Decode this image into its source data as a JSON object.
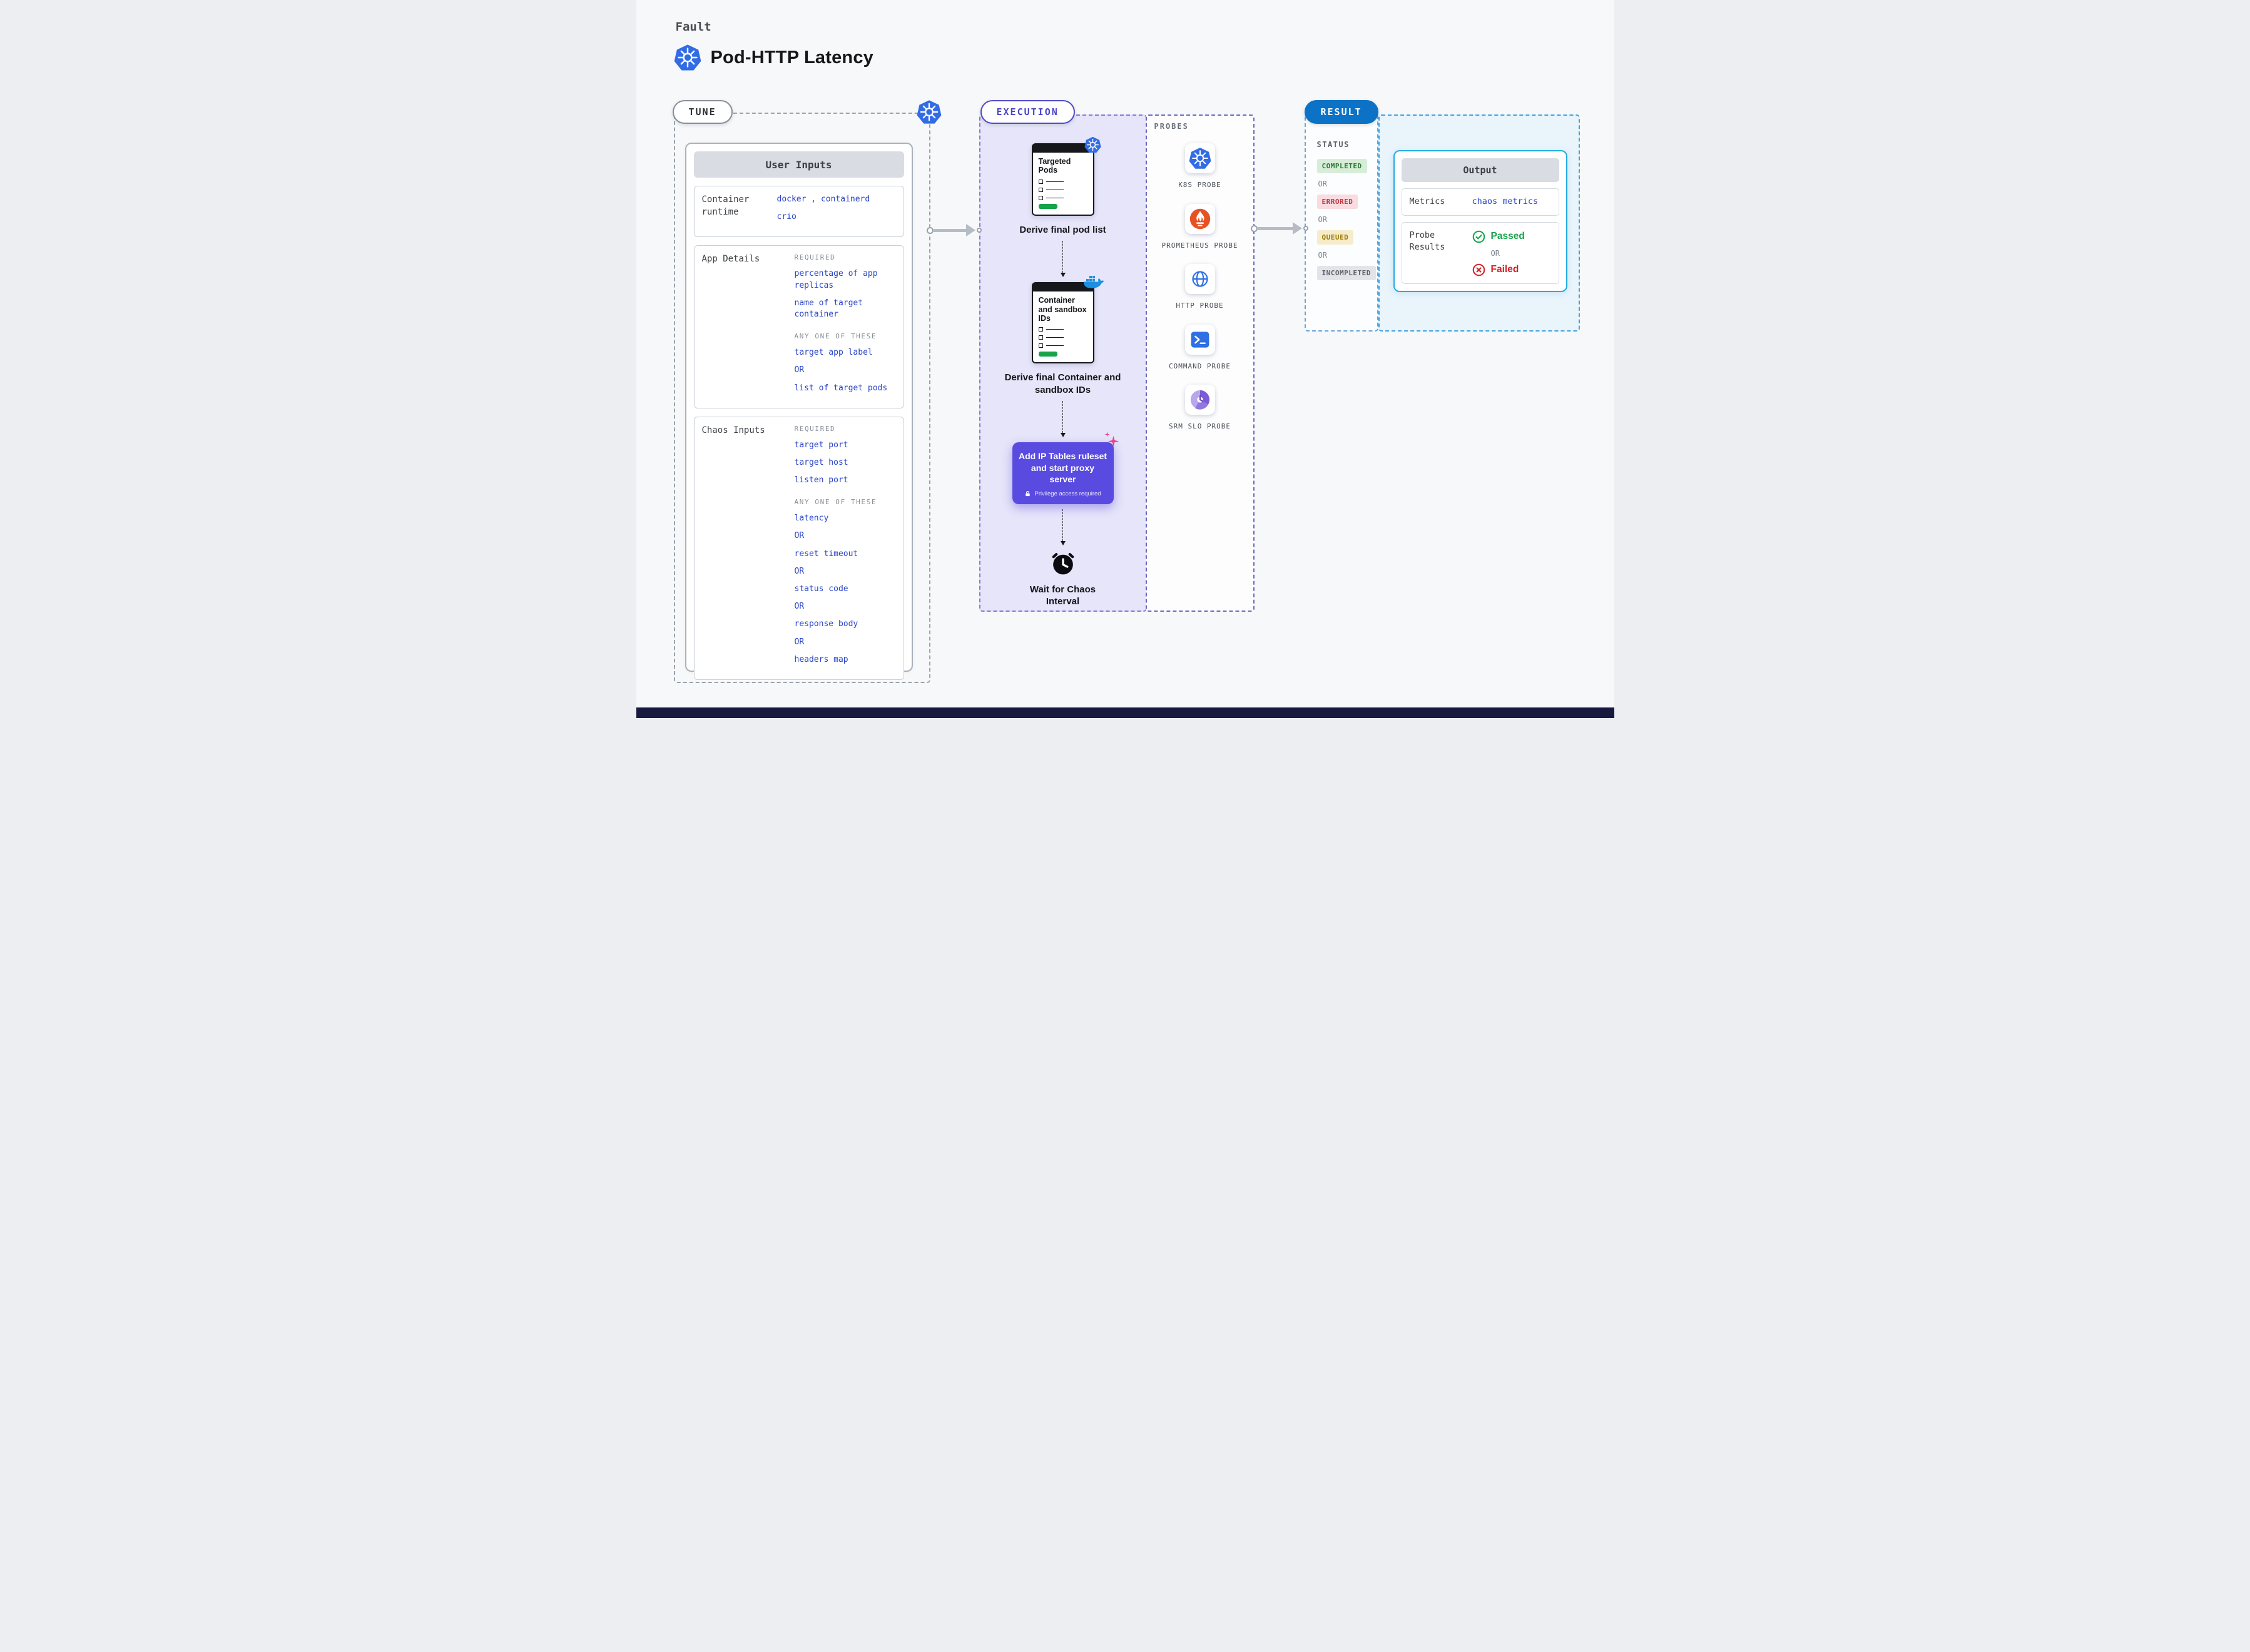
{
  "header": {
    "kicker": "Fault",
    "title": "Pod-HTTP Latency"
  },
  "tune": {
    "pill": "TUNE",
    "user_inputs": {
      "title": "User Inputs",
      "container_runtime": {
        "label": "Container runtime",
        "line1": "docker , containerd",
        "line2": "crio"
      },
      "app_details": {
        "label": "App Details",
        "required_label": "REQUIRED",
        "required": [
          "percentage of app replicas",
          "name of target container"
        ],
        "any_one_label": "ANY ONE OF THESE",
        "options": [
          "target app label",
          "OR",
          "list of target pods"
        ]
      },
      "chaos_inputs": {
        "label": "Chaos Inputs",
        "required_label": "REQUIRED",
        "required": [
          "target port",
          "target host",
          "listen port"
        ],
        "any_one_label": "ANY ONE OF THESE",
        "options": [
          "latency",
          "OR",
          "reset timeout",
          "OR",
          "status code",
          "OR",
          "response body",
          "OR",
          "headers map"
        ]
      }
    }
  },
  "execution": {
    "pill": "EXECUTION",
    "steps": {
      "derive_pods": {
        "window_title": "Targeted Pods",
        "caption": "Derive final pod list",
        "badge_icon": "kubernetes-icon"
      },
      "derive_containers": {
        "window_title": "Container and sandbox IDs",
        "caption": "Derive final Container and sandbox IDs",
        "badge_icon": "docker-whale-icon"
      },
      "iptables": {
        "text": "Add IP Tables ruleset and start proxy server",
        "note": "Privilege access required",
        "note_icon": "lock-icon"
      },
      "wait": {
        "caption": "Wait for Chaos Interval",
        "icon": "clock-icon"
      }
    },
    "probes": {
      "label": "PROBES",
      "items": [
        {
          "name": "K8S PROBE",
          "icon": "kubernetes-icon"
        },
        {
          "name": "PROMETHEUS PROBE",
          "icon": "prometheus-icon"
        },
        {
          "name": "HTTP PROBE",
          "icon": "globe-icon"
        },
        {
          "name": "COMMAND PROBE",
          "icon": "terminal-icon"
        },
        {
          "name": "SRM SLO PROBE",
          "icon": "slo-gauge-icon"
        }
      ]
    }
  },
  "result": {
    "pill": "RESULT",
    "status": {
      "label": "STATUS",
      "or": "OR",
      "badges": [
        {
          "text": "COMPLETED",
          "bg": "#d7edd8",
          "color": "#2c7a36"
        },
        {
          "text": "ERRORED",
          "bg": "#f9dbe0",
          "color": "#c03540"
        },
        {
          "text": "QUEUED",
          "bg": "#f6ecca",
          "color": "#9c7c08"
        },
        {
          "text": "INCOMPLETED",
          "bg": "#e2e4e9",
          "color": "#5c6166"
        }
      ]
    },
    "output": {
      "title": "Output",
      "metrics_label": "Metrics",
      "metrics_value": "chaos metrics",
      "probe_results_label": "Probe Results",
      "passed": "Passed",
      "or": "OR",
      "failed": "Failed"
    }
  },
  "colors": {
    "kubernetes_blue": "#326ce5",
    "blue_mono_text": "#2743c7",
    "execution_fill": "#e6e5f9",
    "action_purple": "#5a4be0",
    "result_blue": "#0b72c6",
    "passed_green": "#16a34a",
    "failed_red": "#d3222a",
    "green_bar": "#16a34a",
    "prometheus_orange": "#e75225",
    "docker_blue": "#1d8fe1",
    "sparkle_pink": "#ee3d8f"
  }
}
